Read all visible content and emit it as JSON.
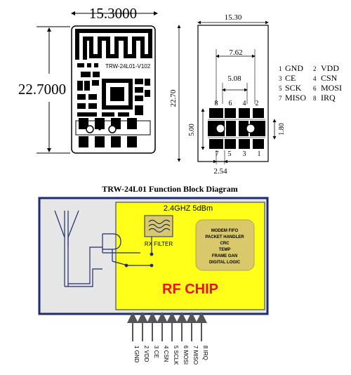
{
  "module_photo": {
    "width_label": "15.3000",
    "height_label": "22.7000",
    "silkscreen": "TRW-24L01-V102"
  },
  "drawing": {
    "width": "15.30",
    "height": "22.70",
    "pin_span": "7.62",
    "row_span": "5.08",
    "pad_height": "5.00",
    "pad_offset": "1.80",
    "pitch": "2.54",
    "top_pin_numbers": [
      "8",
      "6",
      "4",
      "2"
    ],
    "bottom_pin_numbers": [
      "7",
      "5",
      "3",
      "1"
    ]
  },
  "pin_legend": [
    {
      "num_a": "1",
      "name_a": "GND",
      "num_b": "2",
      "name_b": "VDD"
    },
    {
      "num_a": "3",
      "name_a": "CE",
      "num_b": "4",
      "name_b": "CSN"
    },
    {
      "num_a": "5",
      "name_a": "SCK",
      "num_b": "6",
      "name_b": "MOSI"
    },
    {
      "num_a": "7",
      "name_a": "MISO",
      "num_b": "8",
      "name_b": "IRQ"
    }
  ],
  "block_diagram": {
    "title": "TRW-24L01 Function Block Diagram",
    "freq_label": "2.4GHZ 5dBm",
    "rx_filter": "RX FILTER",
    "rf_chip": "RF CHIP",
    "logic_lines": [
      "MODEM FIFO",
      "PACKET HANDLER",
      "CRC",
      "TEMP",
      "FRAME GAN",
      "DIGITAL LOGIC"
    ],
    "pins": [
      "1 GND",
      "2 VDD",
      "3 CE",
      "4 CSN",
      "5 SCLK",
      "6 MOSI",
      "7 MISO",
      "8 IRQ"
    ]
  },
  "colors": {
    "chip_yellow": "#ffff1a",
    "panel_gray": "#e6e6e6",
    "border_blue": "#1f2b6e",
    "logic_box": "#d9c96b",
    "rf_red": "#ee1111"
  }
}
